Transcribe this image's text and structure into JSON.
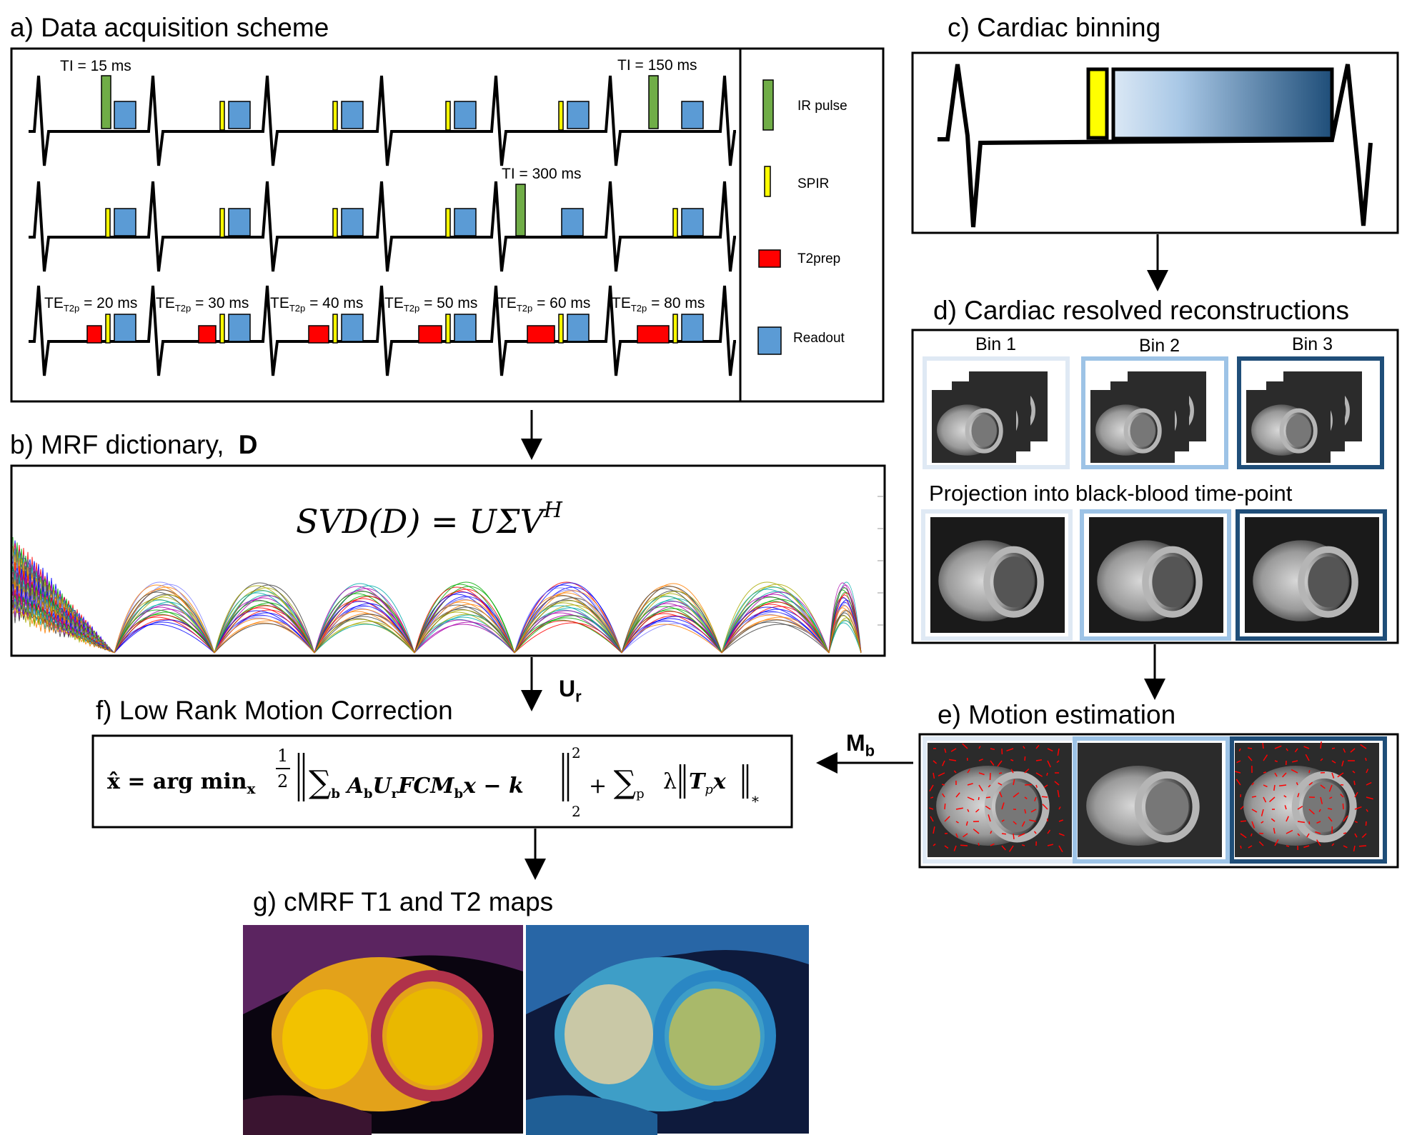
{
  "panel_a": {
    "title": "a) Data acquisition scheme",
    "ti_labels": [
      "TI = 15 ms",
      "TI = 150 ms",
      "TI = 300 ms"
    ],
    "te_prefix": "TE",
    "te_sub": "T2p",
    "te_values": [
      "= 20 ms",
      "= 30 ms",
      "= 40 ms",
      "= 50 ms",
      "= 60 ms",
      "= 80 ms"
    ],
    "legend": [
      "IR pulse",
      "SPIR",
      "T2prep",
      "Readout"
    ],
    "colors": {
      "ir": "#70ad47",
      "spir": "#ffff00",
      "t2prep": "#ff0000",
      "readout": "#5b9bd5"
    }
  },
  "panel_b": {
    "title": "b) MRF dictionary,",
    "title_bold": "D",
    "equation": "SVD(D) = UΣV",
    "equation_sup": "H"
  },
  "arrow_labels": {
    "ur": "U",
    "ur_sub": "r",
    "mb": "M",
    "mb_sub": "b"
  },
  "panel_c": {
    "title": "c) Cardiac binning"
  },
  "panel_d": {
    "title": "d) Cardiac resolved reconstructions",
    "bins": [
      "Bin 1",
      "Bin 2",
      "Bin 3"
    ],
    "projection": "Projection into black-blood time-point",
    "bin_colors": [
      "#dfe9f4",
      "#9dc3e6",
      "#1f4e79"
    ]
  },
  "panel_e": {
    "title": "e) Motion estimation"
  },
  "panel_f": {
    "title": "f) Low Rank Motion Correction",
    "equation_lhs": "x̂ = arg min",
    "equation_lhs_sub": "x",
    "equation_lambda": "λ"
  },
  "panel_g": {
    "title": "g) cMRF T1 and T2 maps"
  }
}
